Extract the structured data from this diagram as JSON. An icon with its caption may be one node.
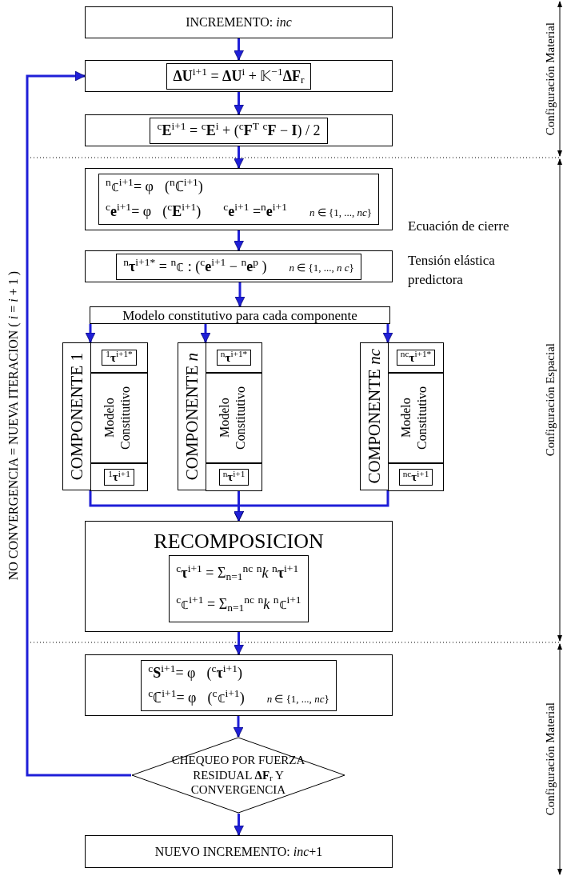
{
  "diagram": {
    "nodes": [
      {
        "text": [
          "INCREMENTO: *inc*"
        ]
      },
      {
        "text": [
          "**ΔU**$^{i+1}$ = **ΔU**$^{i}$ + 𝕂$^{−1}$**ΔF**$_{r}$"
        ]
      },
      {
        "text": [
          "$^{c}$**E**$^{i+1}$ = $^{c}$**E**$^{i}$ + ($^{c}$**F**$^{T}$ $^{c}$**F** − **I**) / 2"
        ]
      },
      {
        "text": [
          "$^{n}$𝕔$^{i+1}$= φ⃗($^{n}$ℂ$^{i+1}$)",
          "$^{c}$**e**$^{i+1}$= φ⃗($^{c}$**E**$^{i+1}$)",
          "$^{c}$**e**$^{i+1}$ =$^{n}$**e**$^{i+1}$",
          "*n* ∈ {1, ..., *nc*}"
        ],
        "beside": [
          "Ecuación de cierre"
        ]
      },
      {
        "text": [
          "$^{n}$**τ**$^{i+1*}$ = $^{n}$𝕔 : ($^{c}$**e**$^{i+1}$ − $^{n}$**e**$^{p}$ )",
          "*n* ∈ {1, ..., *n c*}"
        ],
        "beside": [
          "Tensión elástica predictora"
        ]
      },
      {
        "text": [
          "Modelo constitutivo para cada componente"
        ]
      },
      {
        "text": [
          "COMPONENTE 1"
        ]
      },
      {
        "text": [
          "$^{1}$**τ**$^{i+1*}$"
        ],
        "in": 6
      },
      {
        "text": [
          "Modelo Constitutivo"
        ],
        "in": 6
      },
      {
        "text": [
          "$^{1}$**τ**$^{i+1}$"
        ],
        "in": 6
      },
      {
        "text": [
          "COMPONENTE *n*"
        ]
      },
      {
        "text": [
          "$^{n}$**τ**$^{i+1*}$"
        ],
        "in": 10
      },
      {
        "text": [
          "Modelo Constitutivo"
        ],
        "in": 10
      },
      {
        "text": [
          "$^{n}$**τ**$^{i+1}$"
        ],
        "in": 10
      },
      {
        "text": [
          "COMPONENTE *nc*"
        ]
      },
      {
        "text": [
          "$^{nc}$**τ**$^{i+1*}$"
        ],
        "in": 14
      },
      {
        "text": [
          "Modelo Constitutivo"
        ],
        "in": 14
      },
      {
        "text": [
          "$^{nc}$**τ**$^{i+1}$"
        ],
        "in": 14
      },
      {
        "text": [
          "RECOMPOSICION",
          "$^{c}$**τ**$^{i+1}$ = Σ$_{n=1}$$^{nc}$ $^{n}$*k* $^{n}$**τ**$^{i+1}$",
          "$^{c}$𝕔$^{i+1}$ = Σ$_{n=1}$$^{nc}$ $^{n}$*k* $^{n}$𝕔$^{i+1}$"
        ]
      },
      {
        "text": [
          "$^{c}$**S**$^{i+1}$= φ⃖($^{c}$**τ**$^{i+1}$)",
          "$^{c}$ℂ$^{i+1}$= φ⃖($^{c}$𝕔$^{i+1}$)",
          "*n* ∈ {1, ..., *nc*}"
        ]
      },
      {
        "text": [
          "CHEQUEO POR FUERZA RESIDUAL **ΔF**$_{r}$ Y CONVERGENCIA"
        ]
      },
      {
        "text": [
          "NUEVO INCREMENTO: *inc*+1"
        ]
      }
    ],
    "edges": [
      {
        "from": 0,
        "to": 1,
        "arrow": "to"
      },
      {
        "from": 1,
        "to": 2,
        "arrow": "to"
      },
      {
        "from": 2,
        "to": 3,
        "arrow": "to"
      },
      {
        "from": 3,
        "to": 4,
        "arrow": "to"
      },
      {
        "from": 4,
        "to": 5,
        "arrow": "to"
      },
      {
        "from": 5,
        "to": 6,
        "arrow": "to"
      },
      {
        "from": 5,
        "to": 10,
        "arrow": "to"
      },
      {
        "from": 5,
        "to": 14,
        "arrow": "to"
      },
      {
        "from": 6,
        "to": 18,
        "arrow": "to"
      },
      {
        "from": 10,
        "to": 18,
        "arrow": "to"
      },
      {
        "from": 14,
        "to": 18,
        "arrow": "to"
      },
      {
        "from": 18,
        "to": 19,
        "arrow": "to"
      },
      {
        "from": 19,
        "to": 20,
        "arrow": "to"
      },
      {
        "from": 20,
        "to": 21,
        "arrow": "to"
      },
      {
        "from": 20,
        "to": 1,
        "arrow": "to",
        "label": "NO CONVERGENCIA = NUEVA ITERACION ( *i* = *i* + 1 )"
      }
    ],
    "labels": [
      "Configuración Material",
      "Configuración Espacial",
      "Configuración Material"
    ]
  }
}
